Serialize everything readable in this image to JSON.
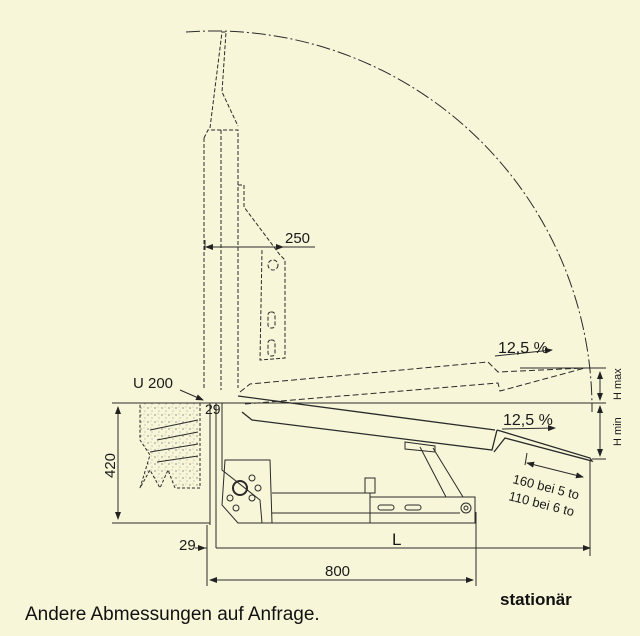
{
  "labels": {
    "u200": "U 200",
    "dim_29_top": "29",
    "dim_250": "250",
    "dim_420": "420",
    "dim_29_bottom": "29",
    "dim_L": "L",
    "dim_800": "800",
    "slope_upper": "12,5 %",
    "slope_lower": "12,5 %",
    "h_max": "H max",
    "h_min": "H min",
    "lip_1": "160 bei 5 to",
    "lip_2": "110 bei 6 to"
  },
  "footer": {
    "note": "Andere Abmessungen auf Anfrage.",
    "variant": "stationär"
  },
  "colors": {
    "background": "#f8f6d9",
    "line": "#2a2a2a"
  }
}
